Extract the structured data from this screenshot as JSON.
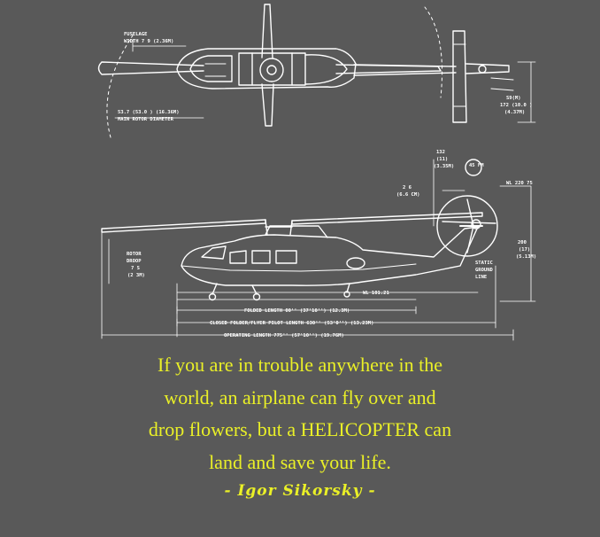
{
  "colors": {
    "background": "#595959",
    "drawing": "#ffffff",
    "quote_text": "#eaf027"
  },
  "blueprint": {
    "top_labels": {
      "fuselage_width_1": "FUSELAGE",
      "fuselage_width_2": "WIDTH 7 9  (2.36M)",
      "rotor_diam_1": "53.7  (53.0 ) (16.36M)",
      "rotor_diam_2": "MAIN ROTOR DIAMETER",
      "tail_1": "S9(M)",
      "tail_2": "172  (10.0 )",
      "tail_3": "(4.37M)"
    },
    "side_labels": {
      "dim_top_1": "132",
      "dim_top_2": "(11)",
      "dim_top_3": "(3.35M)",
      "dim_26_1": "2 6",
      "dim_26_2": "(6.6 CM)",
      "circle": "45 FM",
      "wl": "WL 220 75",
      "rotor_droop_1": "ROTOR",
      "rotor_droop_2": "DROOP",
      "rotor_droop_3": "7 S",
      "rotor_droop_4": "(2 3M)",
      "static_1": "STATIC",
      "static_2": "GROUND",
      "static_3": "LINE",
      "height_1": "200",
      "height_2": "(17)",
      "height_3": "(5.13M)",
      "wl2": "WL 101.21",
      "len_folded": "FOLDED LENGTH 00'' (37'10'') (12.3M)",
      "len_fuselage": "CLOSED FOLDER/FLYER PILOT LENGTH 630'' (53'0'') (13.23M)",
      "len_operating": "OPERATING LENGTH 775'' (57'10'') (19.76M)"
    }
  },
  "quote": {
    "lines": [
      "If you are in trouble anywhere in the",
      "world, an airplane can fly over and",
      "drop flowers, but a HELICOPTER can",
      "land and save your life."
    ],
    "attribution": "- Igor Sikorsky -"
  }
}
